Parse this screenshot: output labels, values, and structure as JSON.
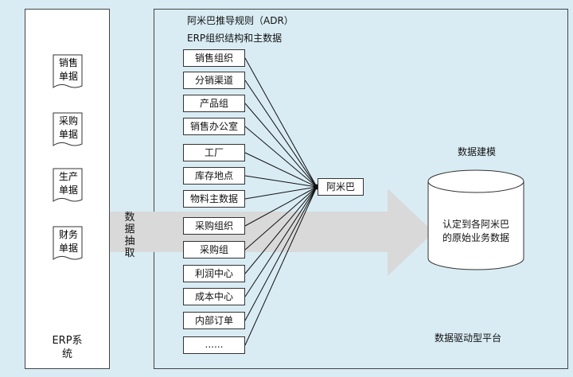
{
  "erp": {
    "title_line1": "ERP系",
    "title_line2": "统",
    "documents": [
      {
        "line1": "销售",
        "line2": "单据"
      },
      {
        "line1": "采购",
        "line2": "单据"
      },
      {
        "line1": "生产",
        "line2": "单据"
      },
      {
        "line1": "财务",
        "line2": "单据"
      }
    ]
  },
  "extract": {
    "chars": [
      "数",
      "据",
      "抽",
      "取"
    ]
  },
  "platform": {
    "title": "阿米巴推导规则（ADR）",
    "subtitle": "ERP组织结构和主数据",
    "items": [
      "销售组织",
      "分销渠道",
      "产品组",
      "销售办公室",
      "工厂",
      "库存地点",
      "物料主数据",
      "采购组织",
      "采购组",
      "利润中心",
      "成本中心",
      "内部订单",
      "......"
    ],
    "amoeba": "阿米巴",
    "modeling_label": "数据建模",
    "db_line1": "认定到各阿米巴",
    "db_line2": "的原始业务数据",
    "platform_label": "数据驱动型平台"
  },
  "colors": {
    "background": "#d9ecf4",
    "arrow": "#d9d9d9",
    "border": "#333333"
  }
}
